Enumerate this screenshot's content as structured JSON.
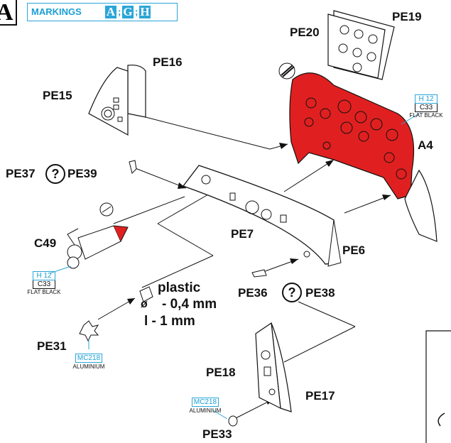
{
  "step": "A",
  "markings": {
    "label": "MARKINGS",
    "letters": [
      "A",
      "G",
      "H"
    ],
    "separator": ";"
  },
  "parts": {
    "pe15": "PE15",
    "pe16": "PE16",
    "pe19": "PE19",
    "pe20": "PE20",
    "a4": "A4",
    "pe37": "PE37",
    "pe39": "PE39",
    "q_sym": "?",
    "pe7": "PE7",
    "pe6": "PE6",
    "c49": "C49",
    "pe36": "PE36",
    "pe38": "PE38",
    "pe31": "PE31",
    "pe18": "PE18",
    "pe17": "PE17",
    "pe33": "PE33"
  },
  "paints": {
    "a4": {
      "code1": "H 12",
      "code2": "C33",
      "name": "FLAT BLACK"
    },
    "c49": {
      "code1": "H 12",
      "code2": "C33",
      "name": "FLAT BLACK"
    },
    "pe31": {
      "code": "MC218",
      "name": "ALUMINIUM"
    },
    "pe33": {
      "code": "MC218",
      "name": "ALUMINIUM"
    }
  },
  "plastic_note": {
    "line1": "plastic",
    "line2": "- 0,4 mm",
    "line3": "l - 1 mm",
    "diameter_symbol": "ø"
  },
  "colors": {
    "accent": "#2aa6d8",
    "part_red": "#e02020",
    "line": "#111111"
  }
}
